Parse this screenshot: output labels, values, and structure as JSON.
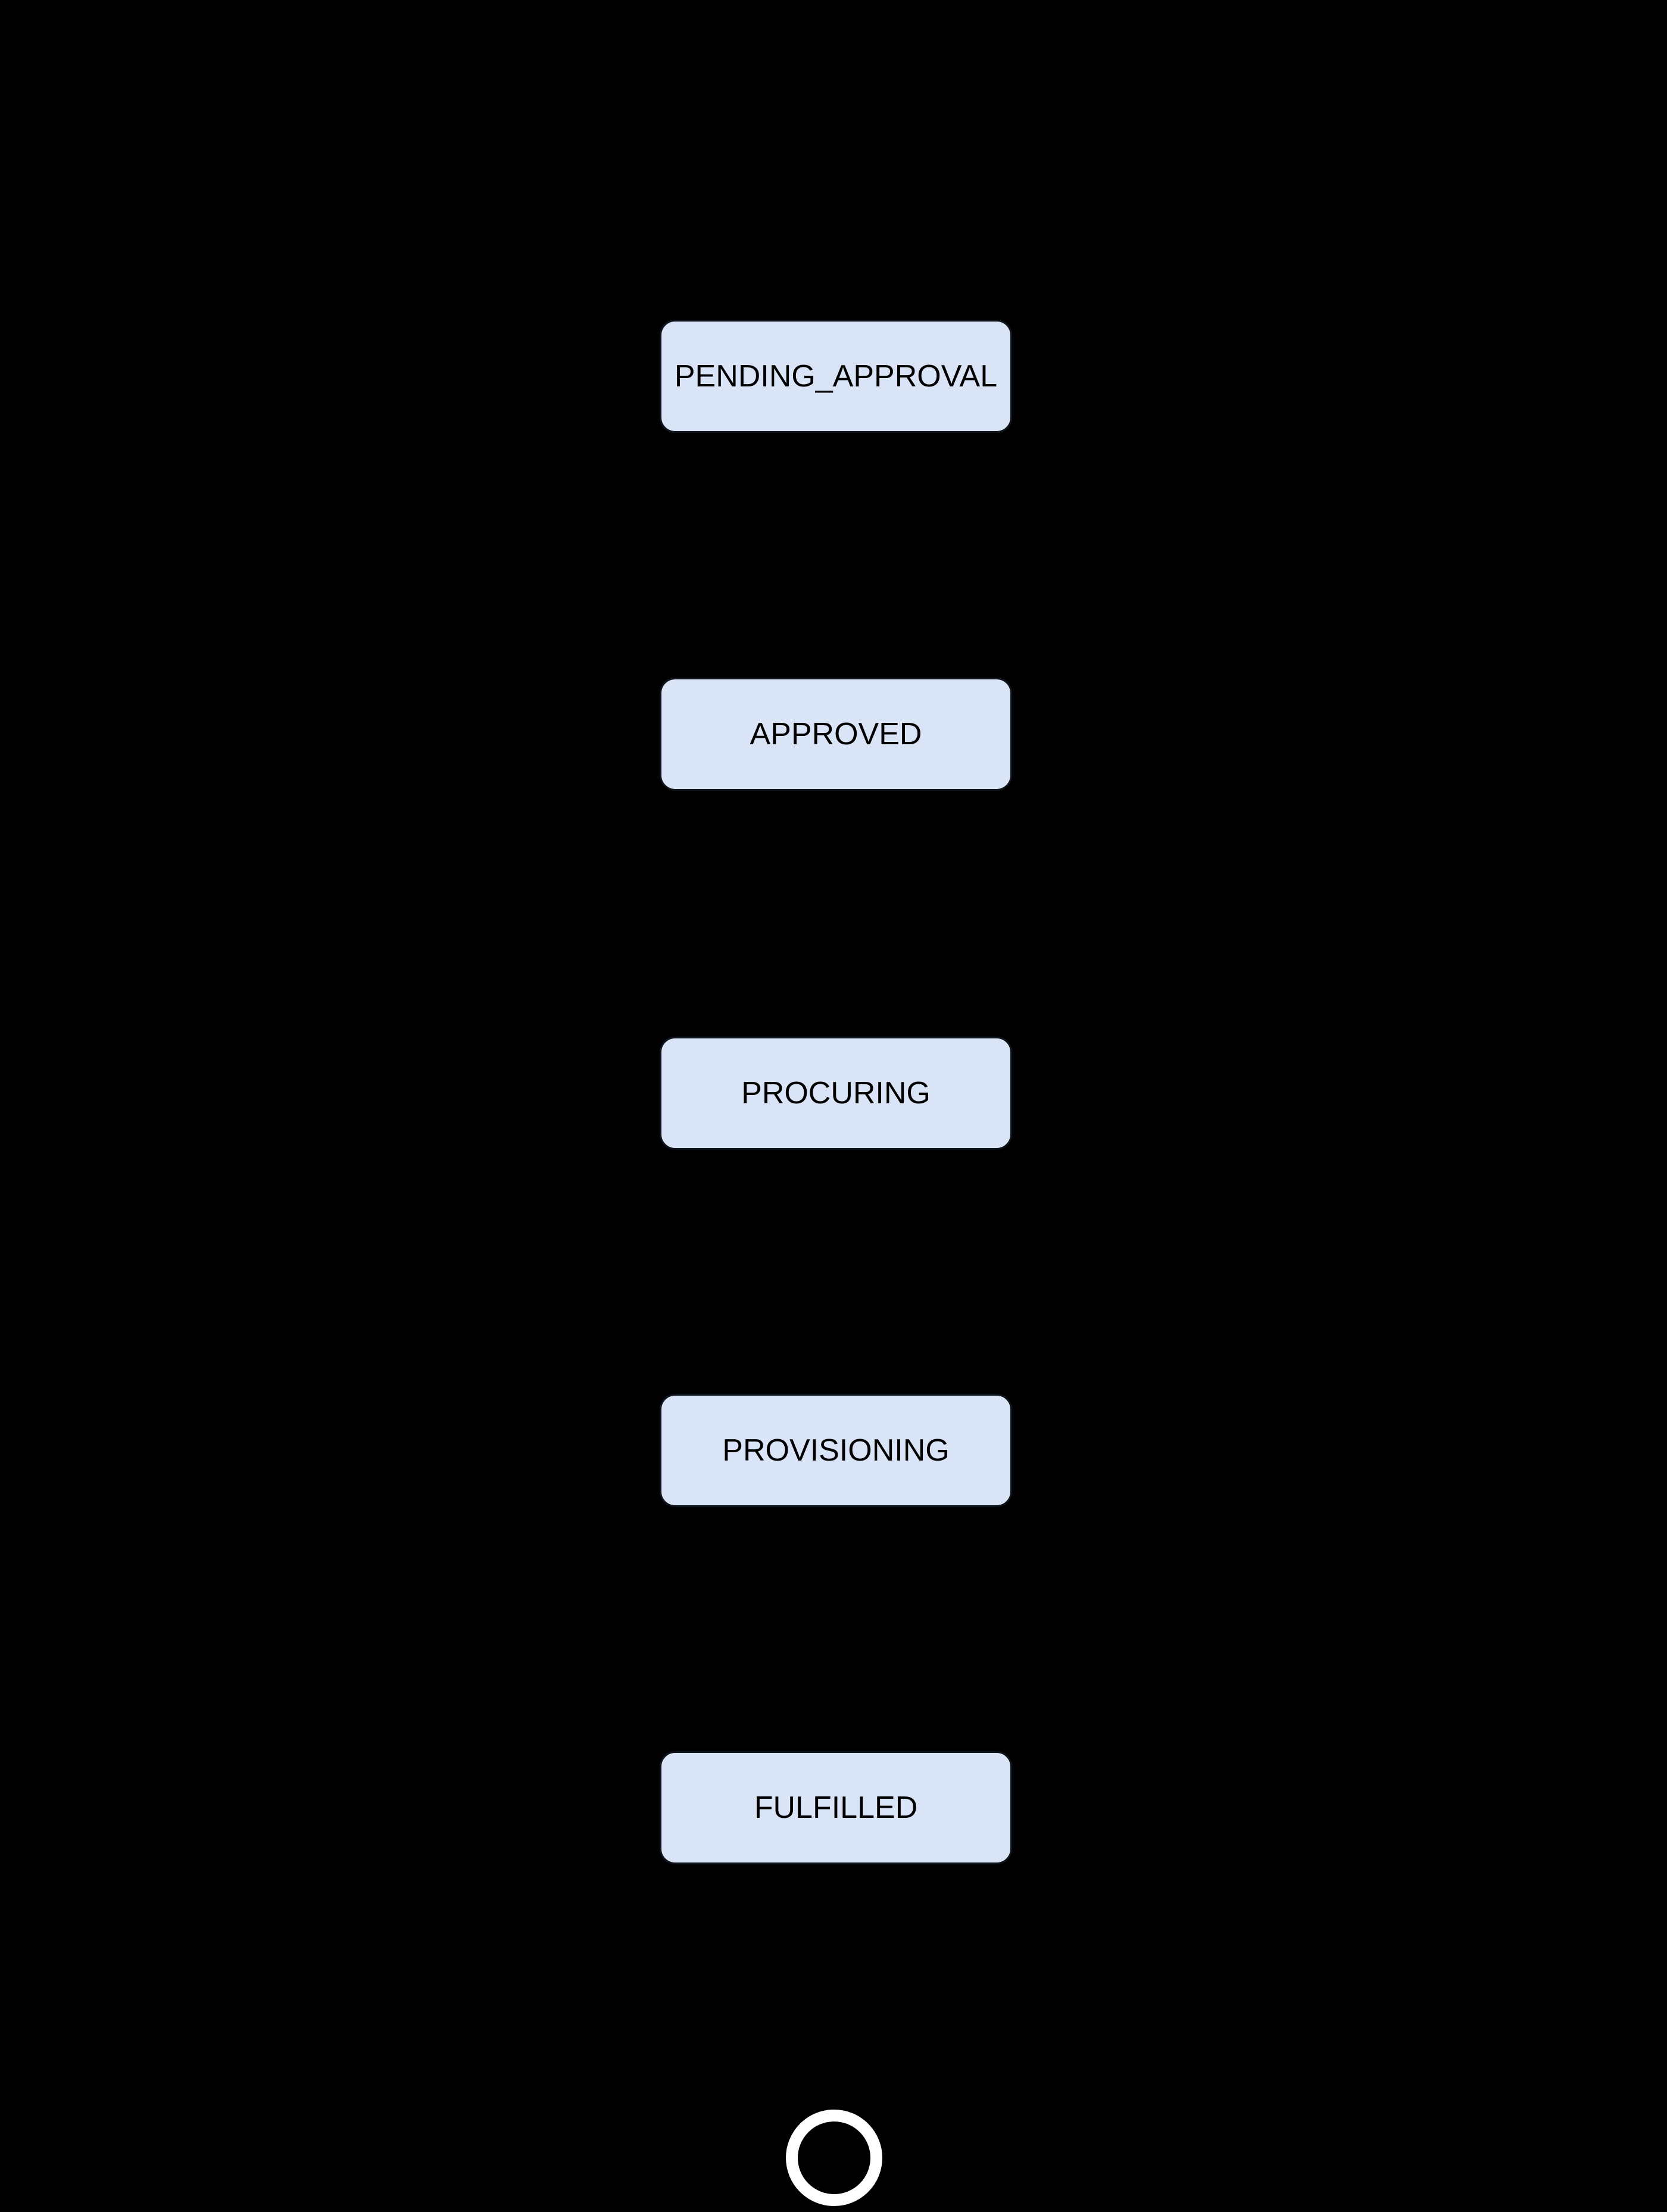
{
  "diagram": {
    "type": "state-machine-flow",
    "background_color": "#000000",
    "node_fill_color": "#d9e4f7",
    "node_border_color": "#10151c",
    "node_text_color": "#000000",
    "final_state_color": "#ffffff",
    "states": [
      {
        "id": "pending-approval",
        "label": "PENDING_APPROVAL"
      },
      {
        "id": "approved",
        "label": "APPROVED"
      },
      {
        "id": "procuring",
        "label": "PROCURING"
      },
      {
        "id": "provisioning",
        "label": "PROVISIONING"
      },
      {
        "id": "fulfilled",
        "label": "FULFILLED"
      }
    ],
    "final_state": {
      "shape": "ring",
      "description": "terminal-state-circle"
    }
  }
}
